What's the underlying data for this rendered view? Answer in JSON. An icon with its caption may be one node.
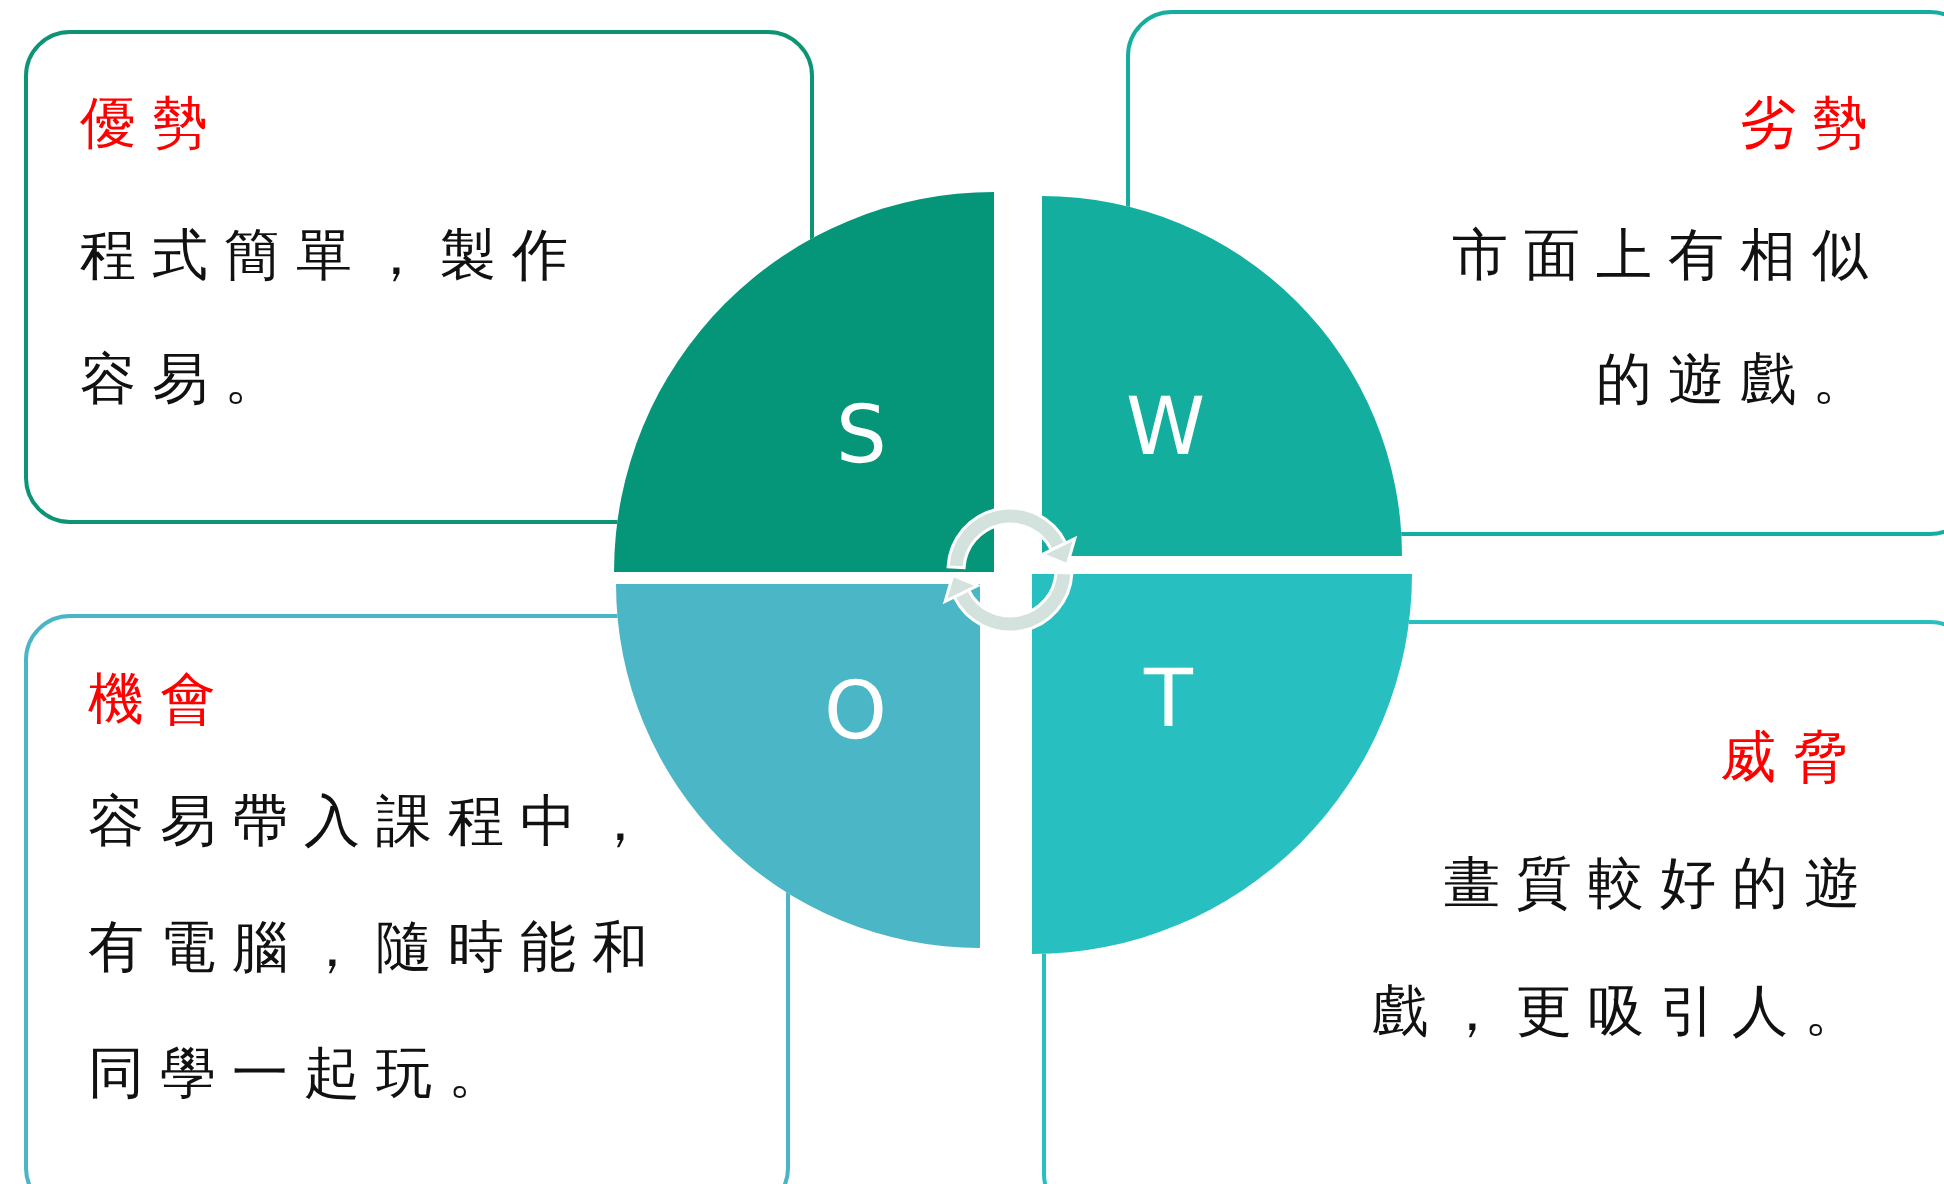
{
  "diagram": {
    "nodes": [
      {
        "text": [
          "優勢",
          "程式簡單，製作容易。"
        ]
      },
      {
        "text": [
          "劣勢",
          "市面上有相似的遊戲。"
        ]
      },
      {
        "text": [
          "機會",
          "容易帶入課程中，有電腦，隨時能和同學一起玩。"
        ]
      },
      {
        "text": [
          "威脅",
          "畫質較好的遊戲，更吸引人。"
        ]
      },
      {
        "text": [
          "S"
        ]
      },
      {
        "text": [
          "W"
        ]
      },
      {
        "text": [
          "O"
        ]
      },
      {
        "text": [
          "T"
        ]
      }
    ]
  }
}
